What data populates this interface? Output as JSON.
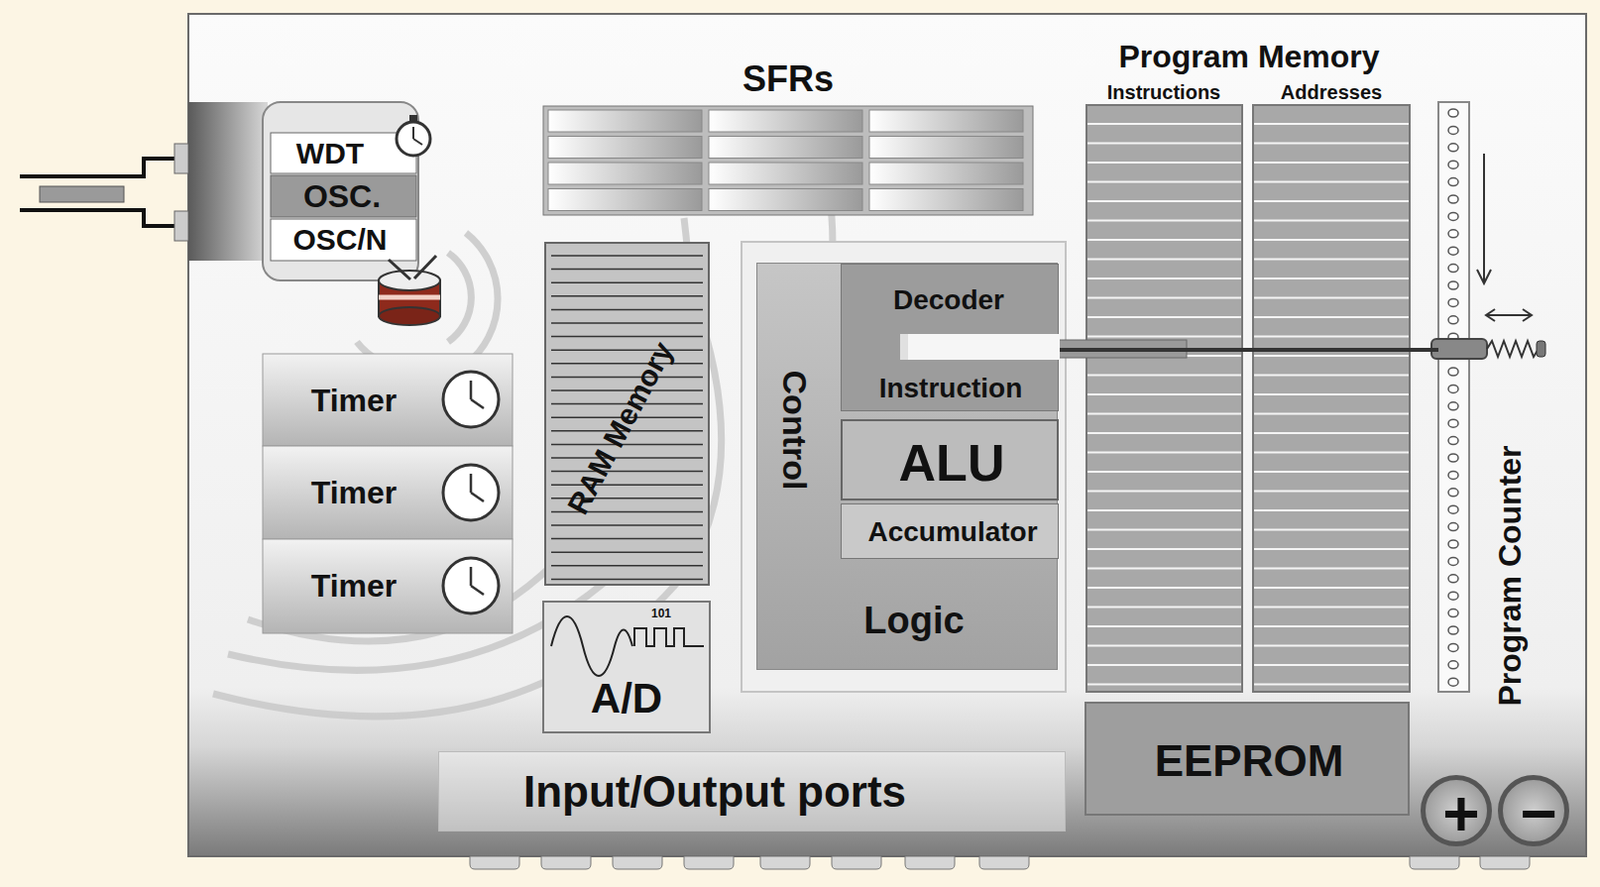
{
  "diagram": {
    "nodes": [
      {
        "text": [
          "WDT"
        ]
      },
      {
        "text": [
          "OSC."
        ]
      },
      {
        "text": [
          "OSC/N"
        ]
      },
      {
        "text": [
          "SFRs"
        ]
      },
      {
        "text": [
          "Timer"
        ]
      },
      {
        "text": [
          "Timer"
        ]
      },
      {
        "text": [
          "Timer"
        ]
      },
      {
        "text": [
          "RAM Memory"
        ]
      },
      {
        "text": [
          "101",
          "A/D"
        ]
      },
      {
        "text": [
          "Control",
          "Logic"
        ]
      },
      {
        "text": [
          "Decoder",
          "Instruction"
        ],
        "in": 9
      },
      {
        "text": [
          "ALU"
        ],
        "in": 9
      },
      {
        "text": [
          "Accumulator"
        ],
        "in": 9
      },
      {
        "text": [
          "Program Memory"
        ]
      },
      {
        "text": [
          "Instructions"
        ],
        "in": 13
      },
      {
        "text": [
          "Addresses"
        ],
        "in": 13
      },
      {
        "text": [
          "Program Counter"
        ]
      },
      {
        "text": [
          "EEPROM"
        ]
      },
      {
        "text": [
          "Input/Output ports"
        ]
      },
      {
        "text": [
          "+"
        ]
      },
      {
        "text": [
          "−"
        ]
      }
    ],
    "edges": [
      {
        "from": 10,
        "to": 16,
        "arrow": "none"
      }
    ]
  }
}
